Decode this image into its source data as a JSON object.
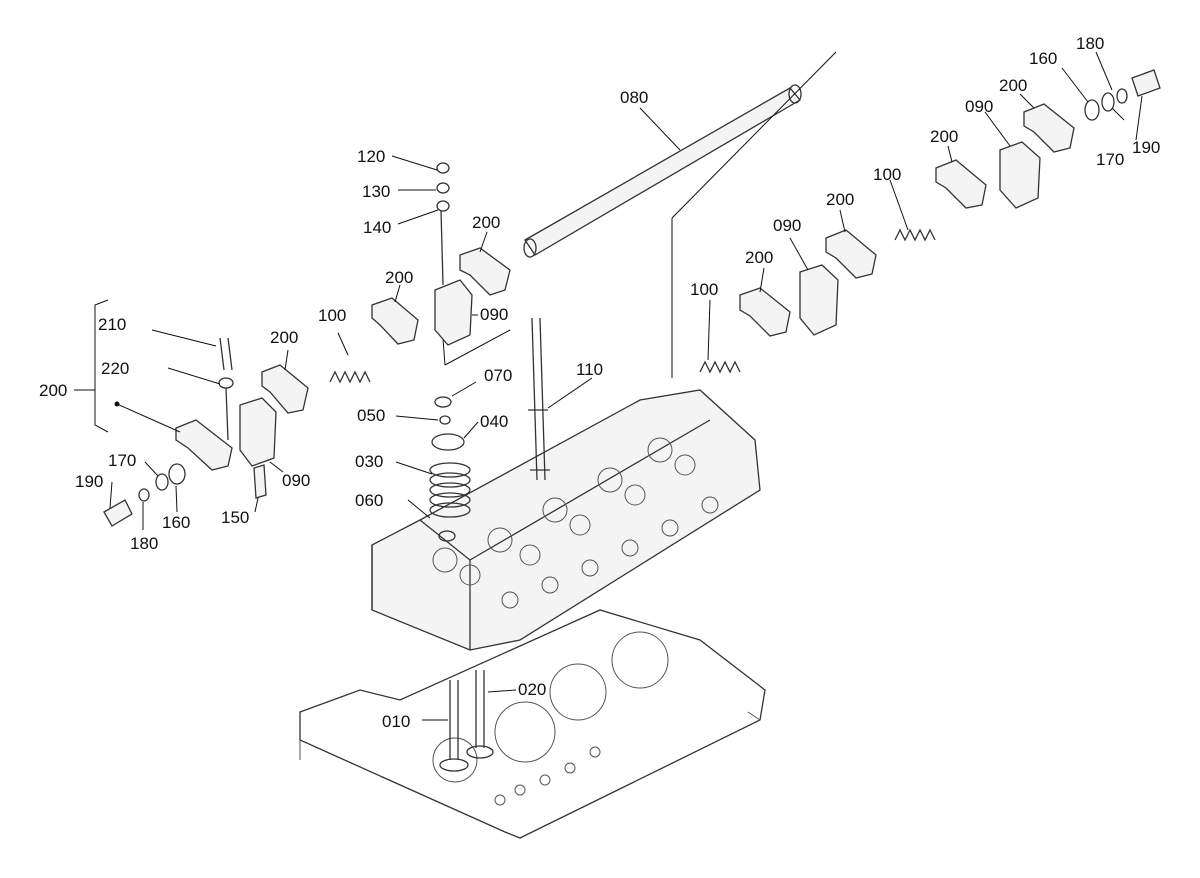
{
  "diagram": {
    "type": "exploded-parts-diagram",
    "colors": {
      "ink": "#333333",
      "label": "#111111",
      "background": "#ffffff"
    },
    "labels": [
      {
        "id": "l080",
        "text": "080"
      },
      {
        "id": "l120",
        "text": "120"
      },
      {
        "id": "l130",
        "text": "130"
      },
      {
        "id": "l140",
        "text": "140"
      },
      {
        "id": "l200a",
        "text": "200"
      },
      {
        "id": "l200b",
        "text": "200"
      },
      {
        "id": "l090a",
        "text": "090"
      },
      {
        "id": "l100a",
        "text": "100"
      },
      {
        "id": "l200c",
        "text": "200"
      },
      {
        "id": "l210",
        "text": "210"
      },
      {
        "id": "l220",
        "text": "220"
      },
      {
        "id": "l200group",
        "text": "200"
      },
      {
        "id": "l090b",
        "text": "090"
      },
      {
        "id": "l150",
        "text": "150"
      },
      {
        "id": "l170a",
        "text": "170"
      },
      {
        "id": "l190a",
        "text": "190"
      },
      {
        "id": "l160a",
        "text": "160"
      },
      {
        "id": "l180a",
        "text": "180"
      },
      {
        "id": "l070",
        "text": "070"
      },
      {
        "id": "l110",
        "text": "110"
      },
      {
        "id": "l050",
        "text": "050"
      },
      {
        "id": "l040",
        "text": "040"
      },
      {
        "id": "l030",
        "text": "030"
      },
      {
        "id": "l060",
        "text": "060"
      },
      {
        "id": "l020",
        "text": "020"
      },
      {
        "id": "l010",
        "text": "010"
      },
      {
        "id": "l180b",
        "text": "180"
      },
      {
        "id": "l160b",
        "text": "160"
      },
      {
        "id": "l200d",
        "text": "200"
      },
      {
        "id": "l090c",
        "text": "090"
      },
      {
        "id": "l200e",
        "text": "200"
      },
      {
        "id": "l170b",
        "text": "170"
      },
      {
        "id": "l190b",
        "text": "190"
      },
      {
        "id": "l100b",
        "text": "100"
      },
      {
        "id": "l200f",
        "text": "200"
      },
      {
        "id": "l090d",
        "text": "090"
      },
      {
        "id": "l200g",
        "text": "200"
      },
      {
        "id": "l100c",
        "text": "100"
      }
    ]
  }
}
